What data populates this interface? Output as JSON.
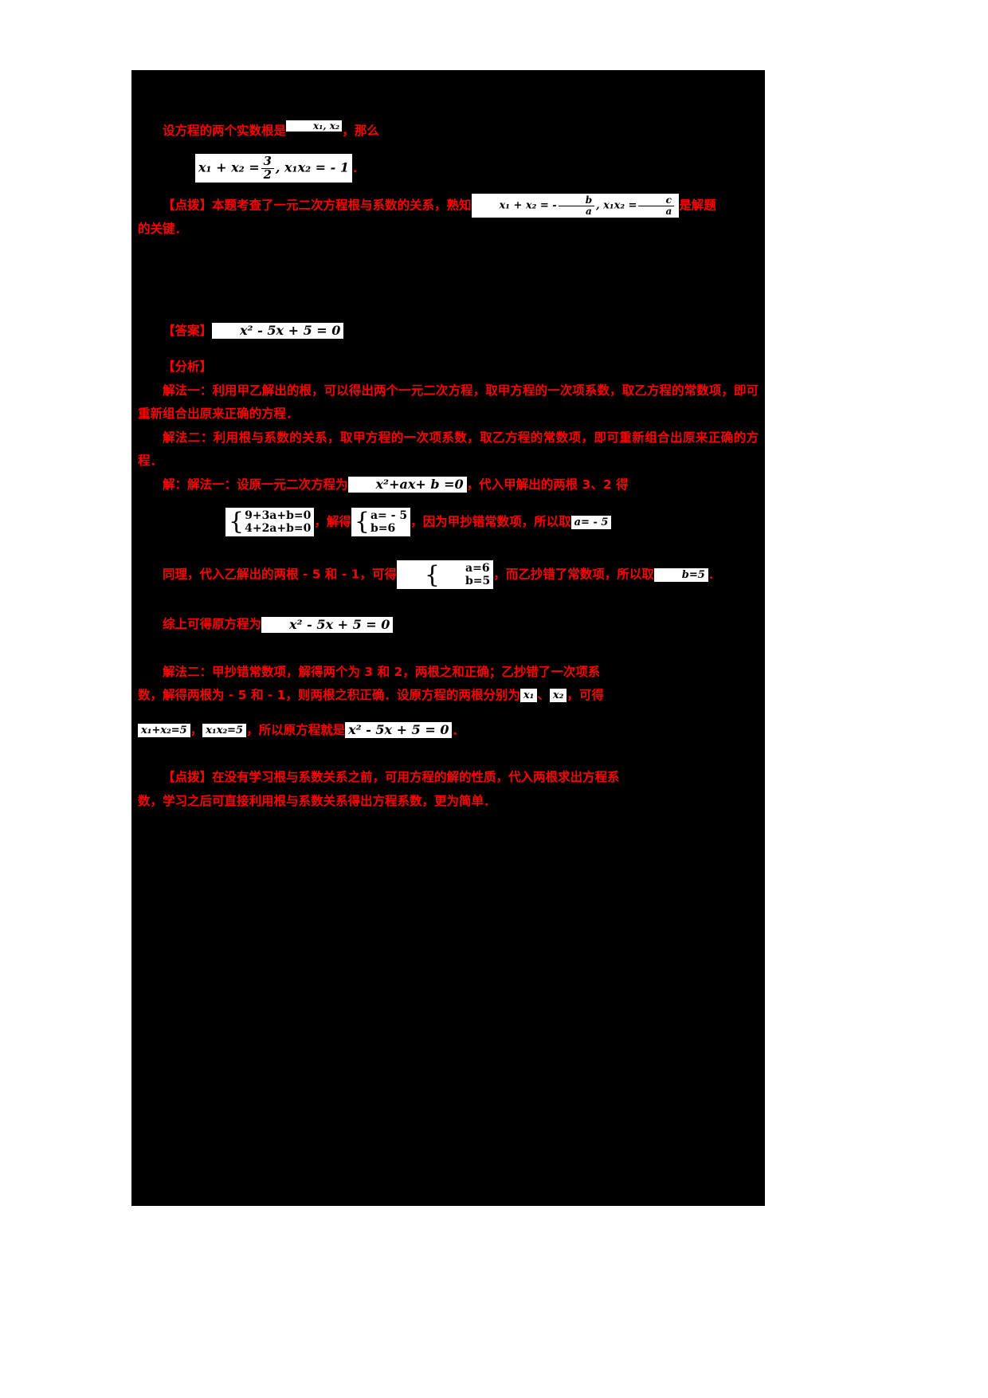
{
  "document": {
    "background_color": "#000000",
    "text_color": "#ff0000",
    "formula_bg_color": "#ffffff",
    "formula_text_color": "#000000"
  },
  "blocks": {
    "line1": {
      "before": "设方程的两个实数根是",
      "formula": "x₁, x₂",
      "after": "，那么"
    },
    "line2": {
      "formula_left": "x₁ + x₂ =",
      "frac_num": "3",
      "frac_den": "2",
      "formula_right": ", x₁x₂ = - 1",
      "period": "．"
    },
    "tip1": {
      "label": "【点拨】",
      "text_before": "本题考查了一元二次方程根与系数的关系，熟知",
      "formula_a": "x₁ + x₂ = -",
      "frac1_num": "b",
      "frac1_den": "a",
      "formula_b": ", x₁x₂ =",
      "frac2_num": "c",
      "frac2_den": "a",
      "text_after": "是解题",
      "text_line2": "的关键．"
    },
    "answer": {
      "label": "【答案】",
      "formula": "x² - 5x + 5 = 0"
    },
    "analysis": {
      "label": "【分析】",
      "method1": "解法一：利用甲乙解出的根，可以得出两个一元二次方程，取甲方程的一次项系数，取乙方程的常数项，即可重新组合出原来正确的方程．",
      "method2": "解法二：利用根与系数的关系，取甲方程的一次项系数，取乙方程的常数项，即可重新组合出原来正确的方程．"
    },
    "solution1": {
      "prefix": "解：解法一：设原一元二次方程为",
      "formula_eq": "x²+ax+ b =0",
      "suffix": "，代入甲解出的两根 3、2 得",
      "sys1_row1": "9+3a+b=0",
      "sys1_row2": "4+2a+b=0",
      "mid_text": "，解得",
      "sys2_row1": "a= - 5",
      "sys2_row2": "b=6",
      "after_text": "，因为甲抄错常数项，所以取",
      "formula_a": "a= - 5"
    },
    "solution1b": {
      "prefix": "同理，代入乙解出的两根 - 5 和 - 1，可得",
      "sys_row1": "a=6",
      "sys_row2": "b=5",
      "mid": "，而乙抄错了常数项，所以取",
      "formula_b": "b=5",
      "period": "．"
    },
    "solution1c": {
      "prefix": "综上可得原方程为",
      "formula": "x² - 5x + 5 = 0"
    },
    "solution2": {
      "line1": "解法二：甲抄错常数项，解得两个为 3 和 2，两根之和正确；乙抄错了一次项系",
      "line2_a": "数，解得两根为 - 5 和 - 1，则两根之积正确．设原方程的两根分别为",
      "root1": "x₁",
      "sep": "、",
      "root2": "x₂",
      "line2_b": "，可得",
      "eq_sum": "x₁+x₂=5",
      "comma1": "，",
      "eq_prod": "x₁x₂=5",
      "line3_mid": "，所以原方程就是",
      "eq_final": "x² - 5x + 5 = 0",
      "period": "．"
    },
    "tip2": {
      "label": "【点拨】",
      "line1": "在没有学习根与系数关系之前，可用方程的解的性质，代入两根求出方程系",
      "line2": "数，学习之后可直接利用根与系数关系得出方程系数，更为简单．"
    }
  }
}
